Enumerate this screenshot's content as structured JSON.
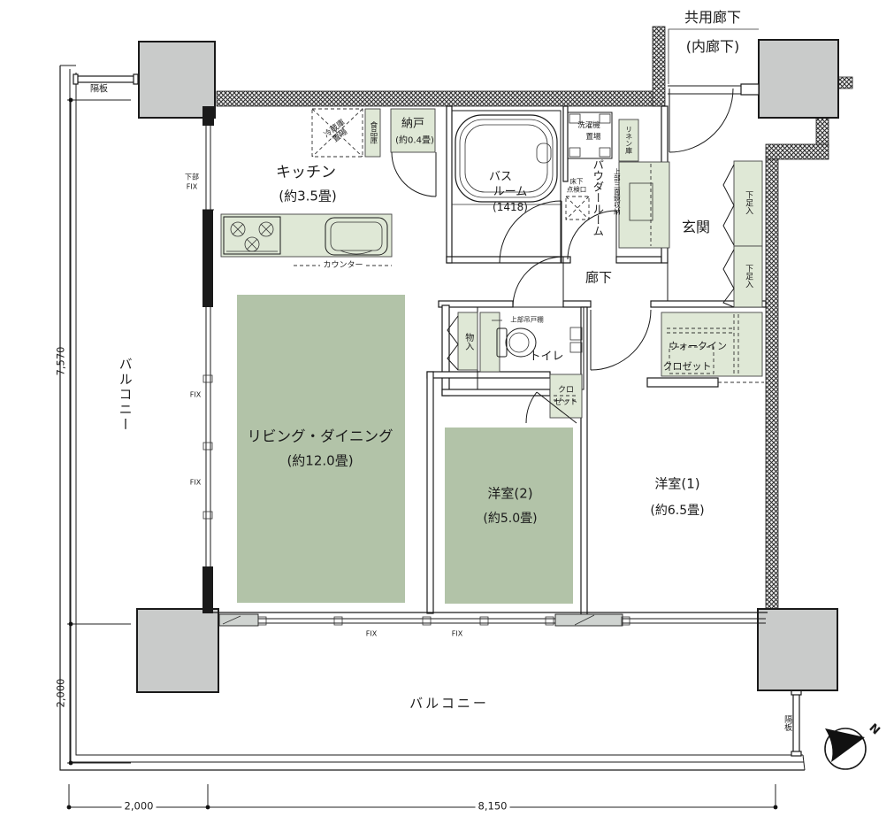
{
  "rooms": {
    "common_corridor": {
      "line1": "共用廊下",
      "line2": "(内廊下)"
    },
    "kitchen": {
      "name": "キッチン",
      "size": "(約3.5畳)"
    },
    "living_dining": {
      "name": "リビング・ダイニング",
      "size": "(約12.0畳)"
    },
    "bedroom2": {
      "name": "洋室(2)",
      "size": "(約5.0畳)"
    },
    "bedroom1": {
      "name": "洋室(1)",
      "size": "(約6.5畳)"
    },
    "bathroom": {
      "line1": "バス",
      "line2": "ルーム",
      "line3": "(1418)"
    },
    "powder_room": "パウダールーム",
    "genkan": "玄関",
    "hallway": "廊下",
    "toilet": "トイレ",
    "storage_room": {
      "name": "納戸",
      "size": "(約0.4畳)"
    },
    "walk_in_closet": {
      "line1": "ウォークイン",
      "line2": "クロゼット"
    },
    "closet": {
      "line1": "クロ",
      "line2": "ゼット"
    },
    "storage_mono": "物入",
    "balcony_left": "バルコニー",
    "balcony_bottom": "バルコニー"
  },
  "fixtures": {
    "refrigerator": {
      "line1": "冷蔵庫",
      "line2": "置場"
    },
    "pantry": "食品庫",
    "counter": "カウンター",
    "washer": {
      "line1": "洗濯機",
      "line2": "置場"
    },
    "linen": "リネン庫",
    "mirror_cabinet": "上部三面鏡収納",
    "floor_hatch": {
      "line1": "床下",
      "line2": "点検口"
    },
    "shoe_cabinet_1": "下足入",
    "shoe_cabinet_2": "下足入",
    "upper_cabinet": "上部吊戸棚",
    "partition_top": "隔板",
    "partition_bottom": "隔板",
    "lower_fix": {
      "line1": "下部",
      "line2": "FIX"
    },
    "fix_1": "FIX",
    "fix_2": "FIX",
    "fix_3": "FIX",
    "fix_4": "FIX"
  },
  "dimensions": {
    "left_upper": "7,570",
    "left_lower": "2,000",
    "bottom_left": "2,000",
    "bottom_right": "8,150"
  },
  "compass": {
    "label": "N"
  },
  "colors": {
    "room_green": "#b2c3a8",
    "fixture_green": "#dfe8d6",
    "column_gray": "#c9cbca",
    "wall_dark": "#2a2a2a"
  }
}
